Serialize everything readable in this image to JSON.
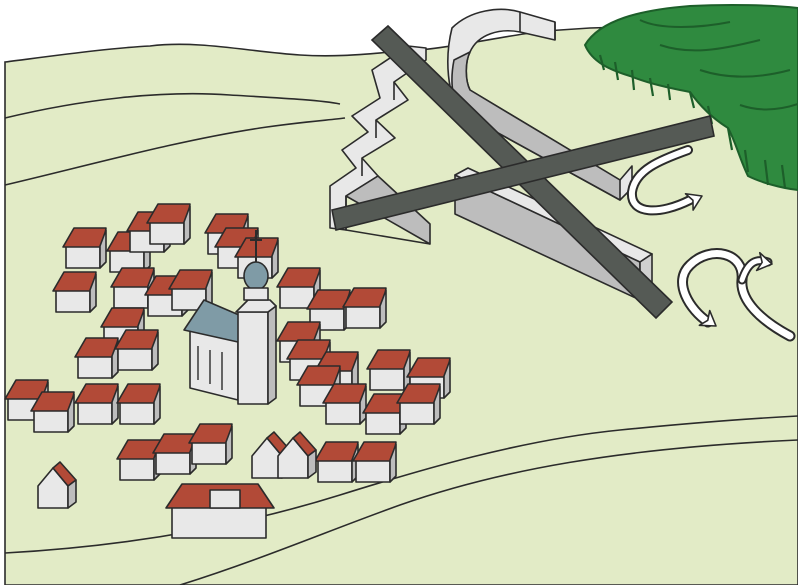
{
  "illustration": {
    "colors": {
      "sky": "#ffffff",
      "land": "#e2ebc6",
      "roof": "#b24a37",
      "wall": "#e8e8e8",
      "wall_shade": "#bdbdbd",
      "church_roof": "#7f9ba6",
      "forest": "#2f8a3f",
      "forest_dark": "#1d5f2a",
      "barrier": "#555a55",
      "arrow": "#ffffff",
      "outline": "#2b2b2b"
    },
    "icons": [
      "village",
      "church",
      "zigzag-wall",
      "curved-wall",
      "crossed-bars",
      "forest",
      "flow-arrow"
    ]
  }
}
